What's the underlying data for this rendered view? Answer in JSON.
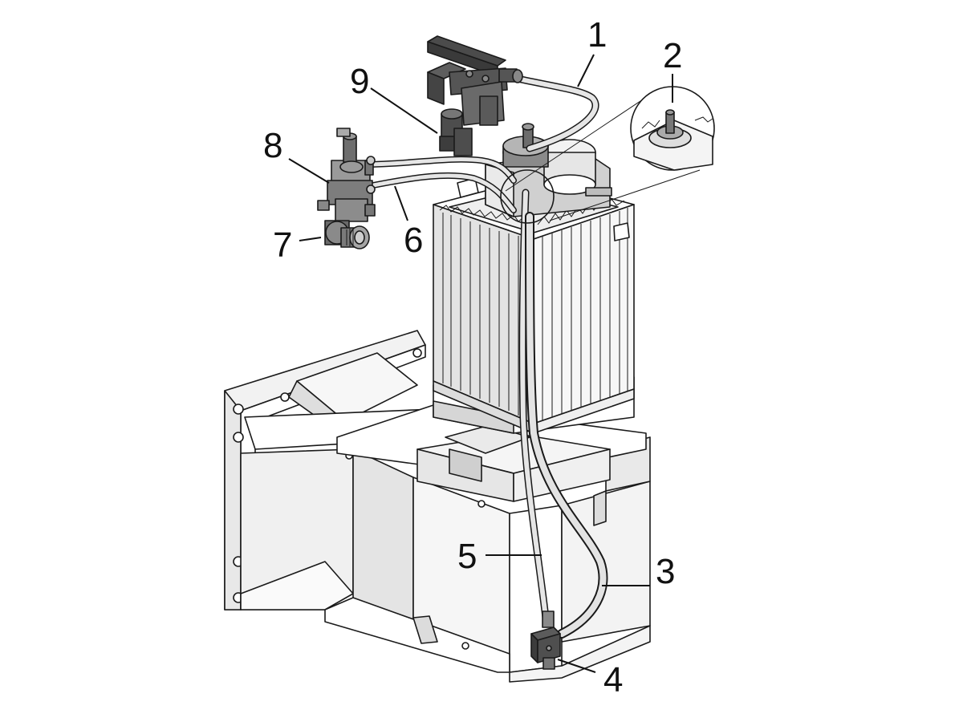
{
  "figure": {
    "callouts": [
      {
        "id": "1",
        "label": "1"
      },
      {
        "id": "2",
        "label": "2"
      },
      {
        "id": "3",
        "label": "3"
      },
      {
        "id": "4",
        "label": "4"
      },
      {
        "id": "5",
        "label": "5"
      },
      {
        "id": "6",
        "label": "6"
      },
      {
        "id": "7",
        "label": "7"
      },
      {
        "id": "8",
        "label": "8"
      },
      {
        "id": "9",
        "label": "9"
      }
    ]
  },
  "colors": {
    "background": "#ffffff",
    "outline": "#1a1a1a",
    "light_part": "#f4f4f4",
    "medium_part": "#d9d9d9",
    "dark_part": "#5a5a5a",
    "hose_fill": "#e2e2e2"
  }
}
